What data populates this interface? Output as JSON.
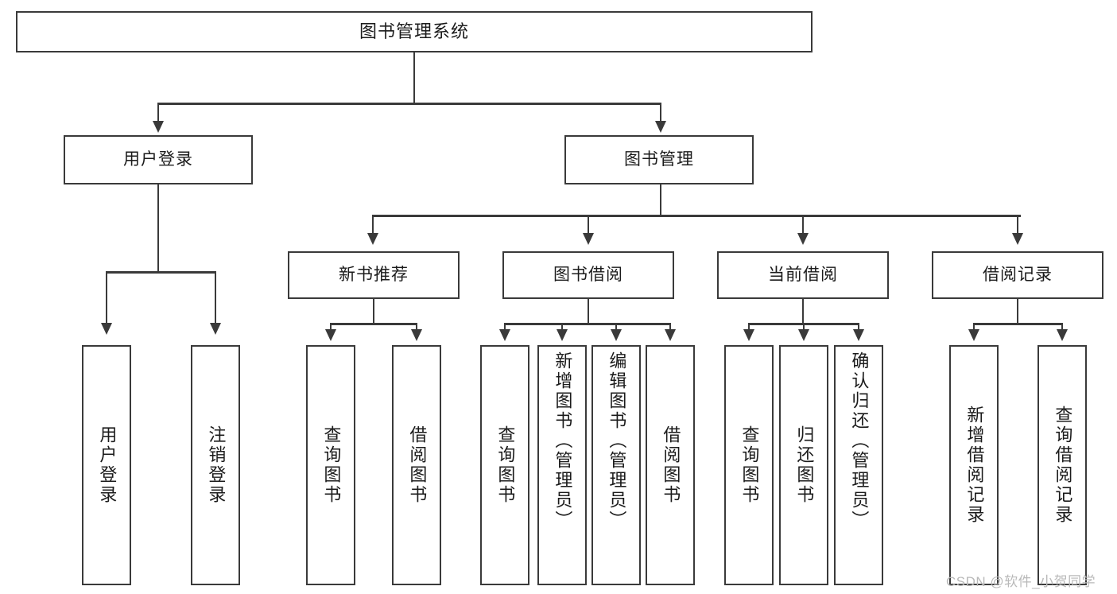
{
  "diagram": {
    "title": "图书管理系统",
    "type": "functional-structure-tree",
    "root": {
      "label": "图书管理系统"
    },
    "level2": [
      {
        "label": "用户登录"
      },
      {
        "label": "图书管理"
      }
    ],
    "level3": [
      {
        "label": "新书推荐"
      },
      {
        "label": "图书借阅"
      },
      {
        "label": "当前借阅"
      },
      {
        "label": "借阅记录"
      }
    ],
    "leaves": {
      "user_login": [
        {
          "label": "用户登录"
        },
        {
          "label": "注销登录"
        }
      ],
      "new_book_recommend": [
        {
          "label": "查询图书"
        },
        {
          "label": "借阅图书"
        }
      ],
      "book_borrow": [
        {
          "label": "查询图书"
        },
        {
          "label": "新增图书（管理员）"
        },
        {
          "label": "编辑图书（管理员）"
        },
        {
          "label": "借阅图书"
        }
      ],
      "current_borrow": [
        {
          "label": "查询图书"
        },
        {
          "label": "归还图书"
        },
        {
          "label": "确认归还（管理员）"
        }
      ],
      "borrow_record": [
        {
          "label": "新增借阅记录"
        },
        {
          "label": "查询借阅记录"
        }
      ]
    }
  },
  "watermark": {
    "text": "CSDN @软件_小贺同学"
  },
  "colors": {
    "stroke": "#3a3a3a",
    "text": "#1b1b1b",
    "background": "#ffffff",
    "watermark": "#b9b9b9"
  }
}
